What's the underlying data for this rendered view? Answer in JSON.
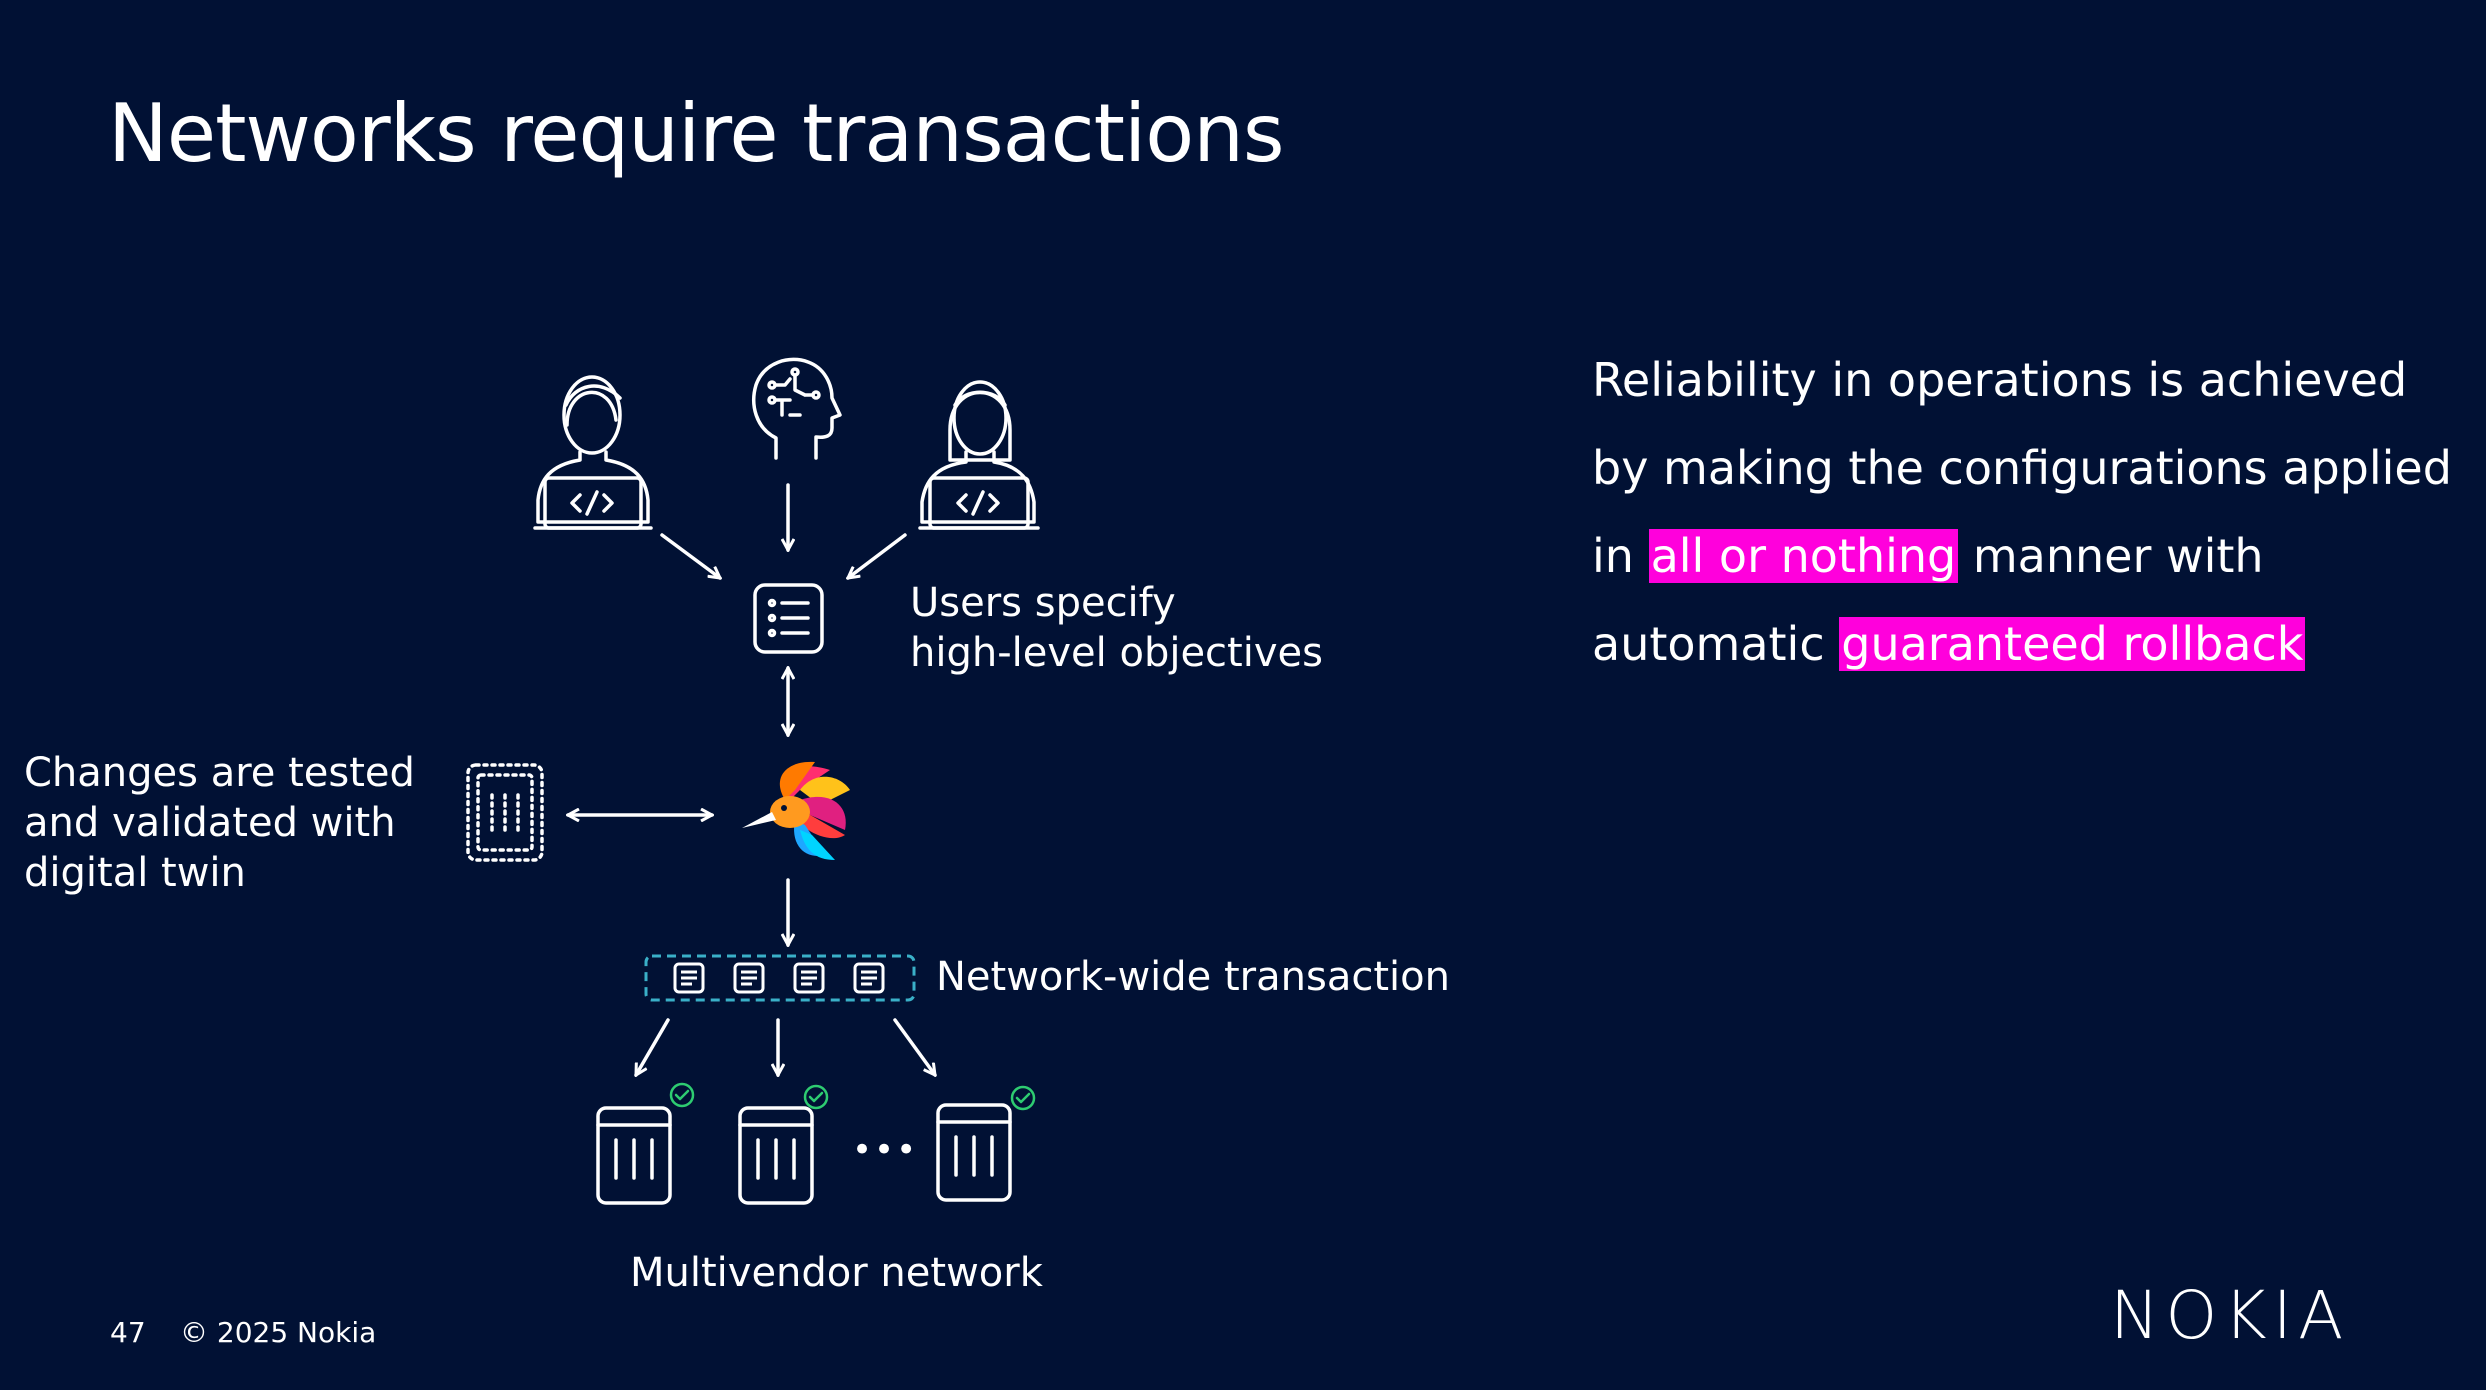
{
  "title": "Networks require transactions",
  "labels": {
    "users": [
      "Users specify",
      "high-level objectives"
    ],
    "twin": [
      "Changes are tested",
      "and validated with",
      "digital twin"
    ],
    "transaction": "Network-wide transaction",
    "multivendor": "Multivendor network"
  },
  "description": {
    "part1": "Reliability in operations is achieved by making the configurations applied in ",
    "highlight1": "all or nothing",
    "part2": " manner with automatic ",
    "highlight2": "guaranteed rollback"
  },
  "ellipsis": "•••",
  "footer": {
    "page_number": "47",
    "copyright": "© 2025 Nokia"
  },
  "logo": "NOKIA",
  "colors": {
    "background": "#011134",
    "highlight": "#ff00dc",
    "check": "#2ecc71",
    "dashed": "#3ab0c8"
  }
}
